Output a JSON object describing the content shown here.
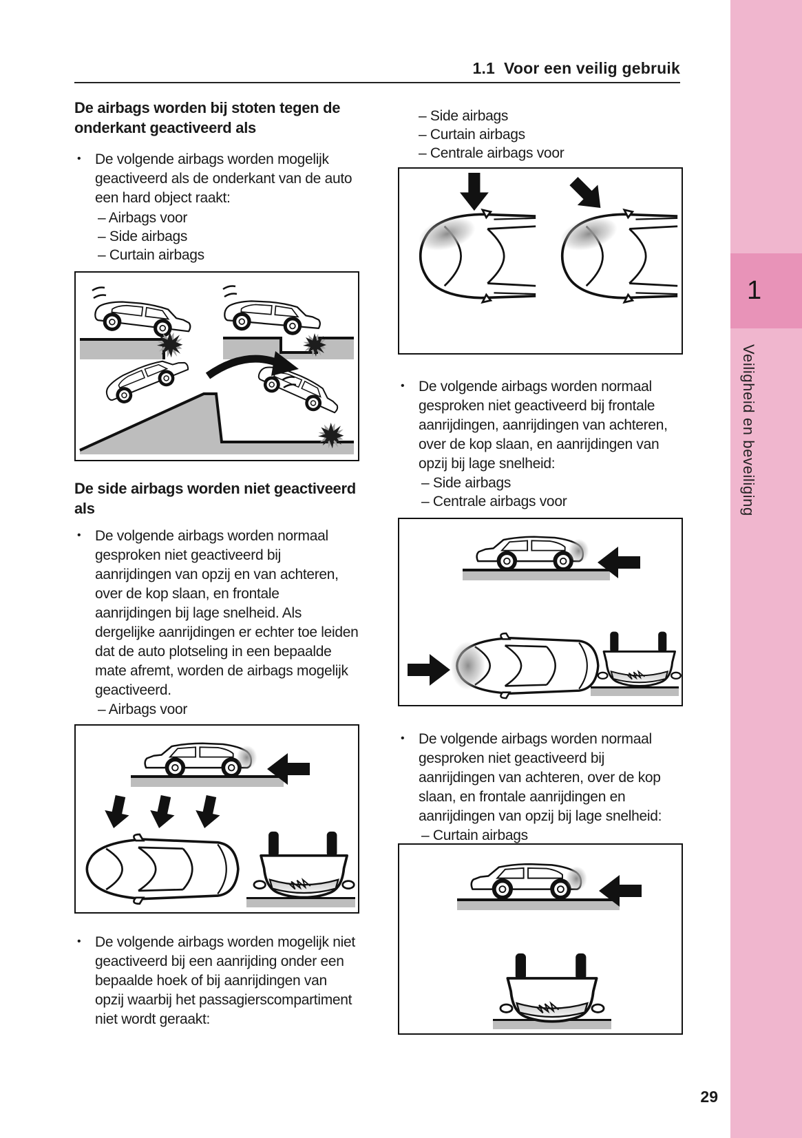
{
  "header": {
    "section": "1.1",
    "title": "Voor een veilig gebruik"
  },
  "glyphs": {
    "bullet": "•"
  },
  "left": {
    "heading_bottom": "De airbags worden bij stoten tegen de onderkant geactiveerd als",
    "bullet_bottom": "De volgende airbags worden mogelijk geactiveerd als de onderkant van de auto een hard object raakt:",
    "bottom_airbags": [
      "– Airbags voor",
      "– Side airbags",
      "– Curtain airbags"
    ],
    "heading_side": "De side airbags worden niet geactiveerd als",
    "bullet_side": "De volgende airbags worden normaal gesproken niet geactiveerd bij aanrijdingen van opzij en van achteren, over de kop slaan, en frontale aanrijdingen bij lage snelheid. Als dergelijke aanrijdingen er echter toe leiden dat de auto plotseling in een bepaalde mate afremt, worden de airbags mogelijk geactiveerd.",
    "side_airbags": [
      "– Airbags voor"
    ],
    "bullet_angle": "De volgende airbags worden mogelijk niet geactiveerd bij een aanrijding onder een bepaalde hoek of bij aanrijdingen van opzij waarbij het passagierscompartiment niet wordt geraakt:"
  },
  "right": {
    "top_airbags": [
      "– Side airbags",
      "– Curtain airbags",
      "– Centrale airbags voor"
    ],
    "bullet_frontal": "De volgende airbags worden normaal gesproken niet geactiveerd bij frontale aanrijdingen, aanrijdingen van achteren, over de kop slaan, en aanrijdingen van opzij bij lage snelheid:",
    "frontal_airbags": [
      "– Side airbags",
      "– Centrale airbags voor"
    ],
    "bullet_rear": "De volgende airbags worden normaal gesproken niet geactiveerd bij aanrijdingen van achteren, over de kop slaan, en frontale aanrijdingen en aanrijdingen van opzij bij lage snelheid:",
    "rear_airbags": [
      "– Curtain airbags"
    ]
  },
  "sidebar": {
    "chapter_number": "1",
    "chapter_label": "Veiligheid en beveiliging"
  },
  "footer": {
    "page_number": "29"
  },
  "colors": {
    "tab_light": "#f0b6ce",
    "tab_dark": "#e893b8",
    "line_art": "#111111",
    "ground_gray": "#bdbdbd"
  }
}
